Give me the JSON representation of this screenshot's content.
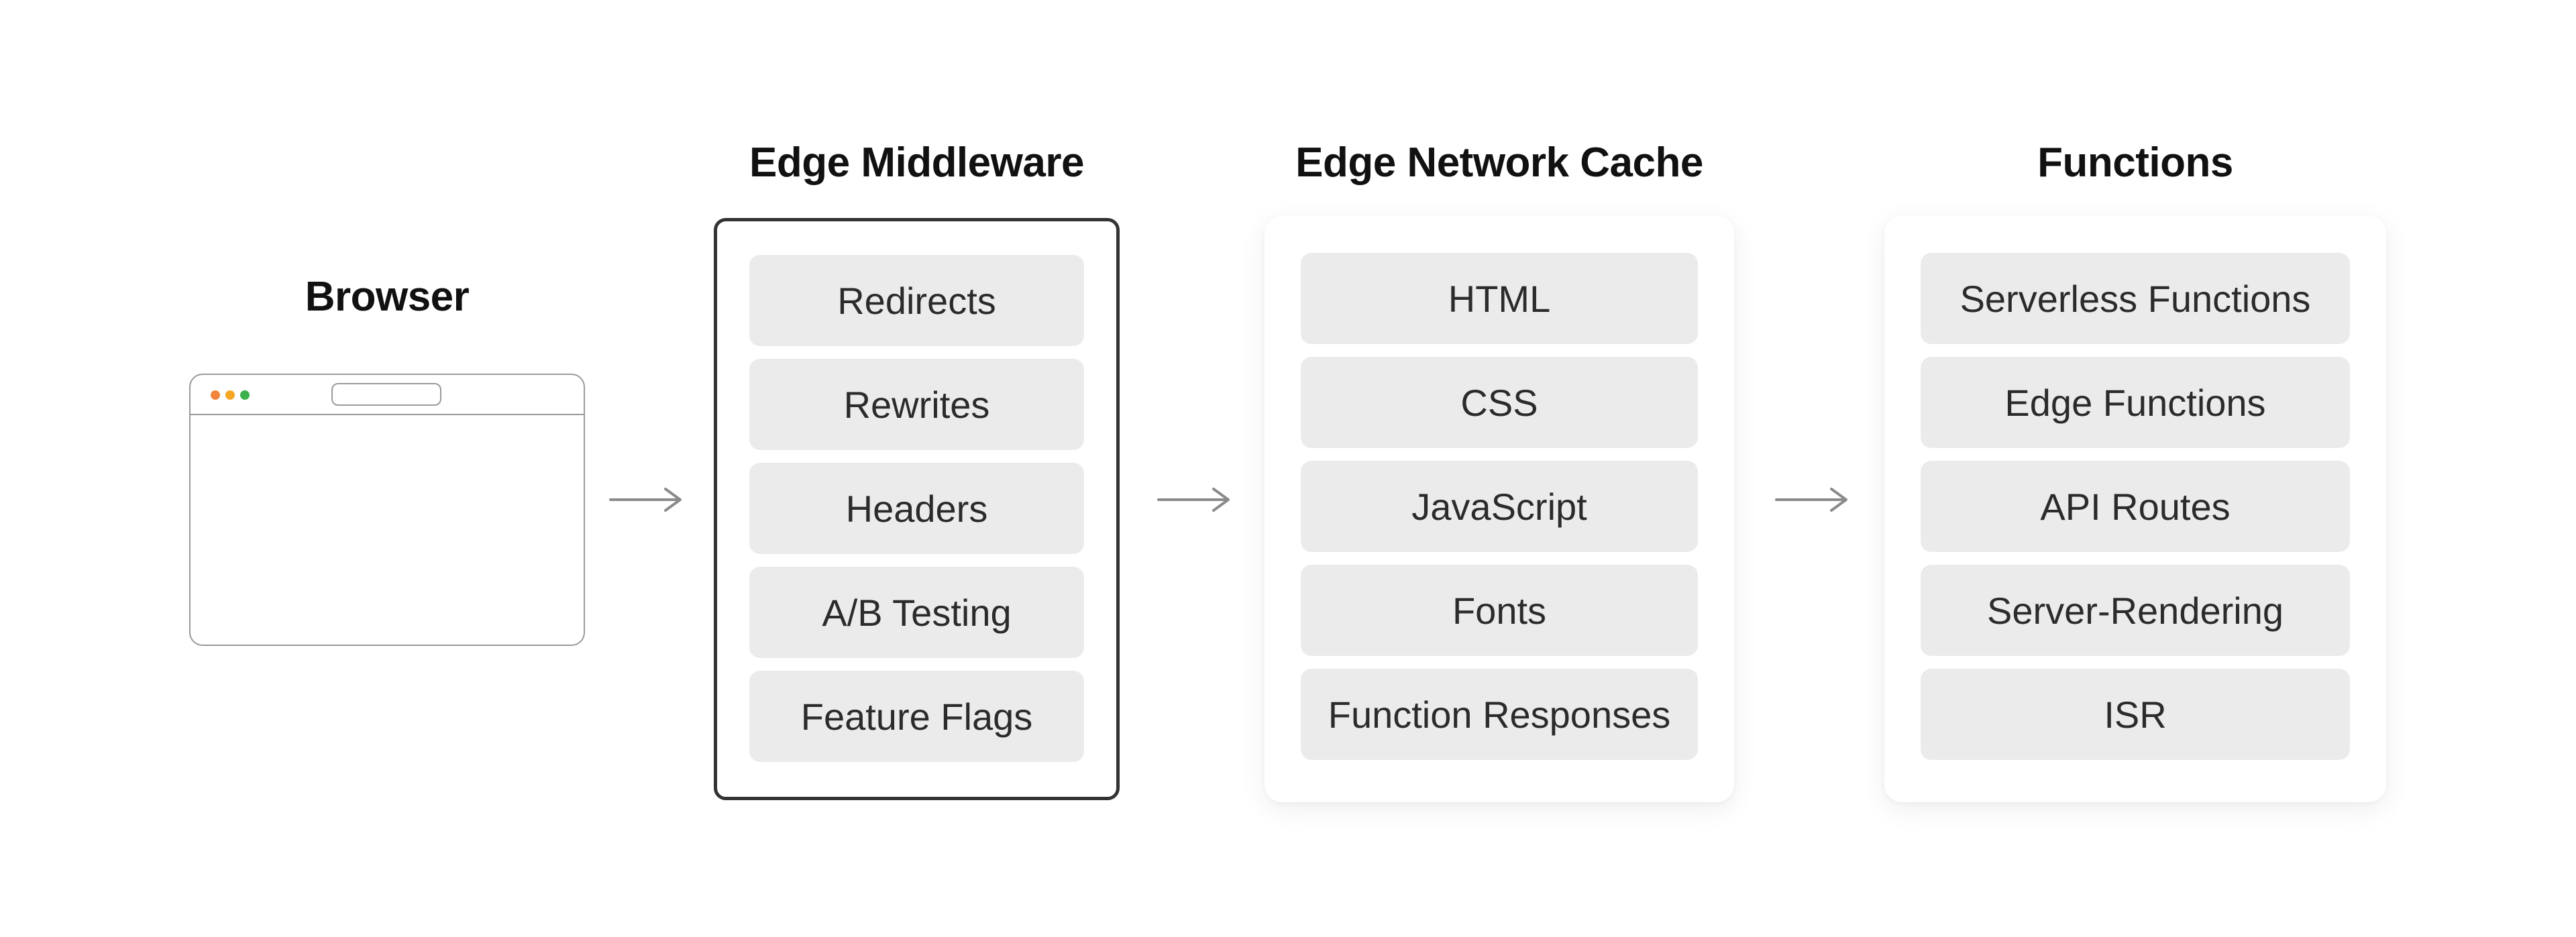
{
  "browser": {
    "title": "Browser",
    "dots": {
      "red": "#f0843c",
      "yellow": "#f5a623",
      "green": "#3cb04a"
    }
  },
  "columns": [
    {
      "title": "Edge Middleware",
      "items": [
        "Redirects",
        "Rewrites",
        "Headers",
        "A/B Testing",
        "Feature Flags"
      ]
    },
    {
      "title": "Edge Network Cache",
      "items": [
        "HTML",
        "CSS",
        "JavaScript",
        "Fonts",
        "Function Responses"
      ]
    },
    {
      "title": "Functions",
      "items": [
        "Serverless Functions",
        "Edge Functions",
        "API Routes",
        "Server-Rendering",
        "ISR"
      ]
    }
  ],
  "colors": {
    "arrow": "#8a8a8a",
    "item_background": "#ebebeb",
    "outline": "#333333"
  }
}
